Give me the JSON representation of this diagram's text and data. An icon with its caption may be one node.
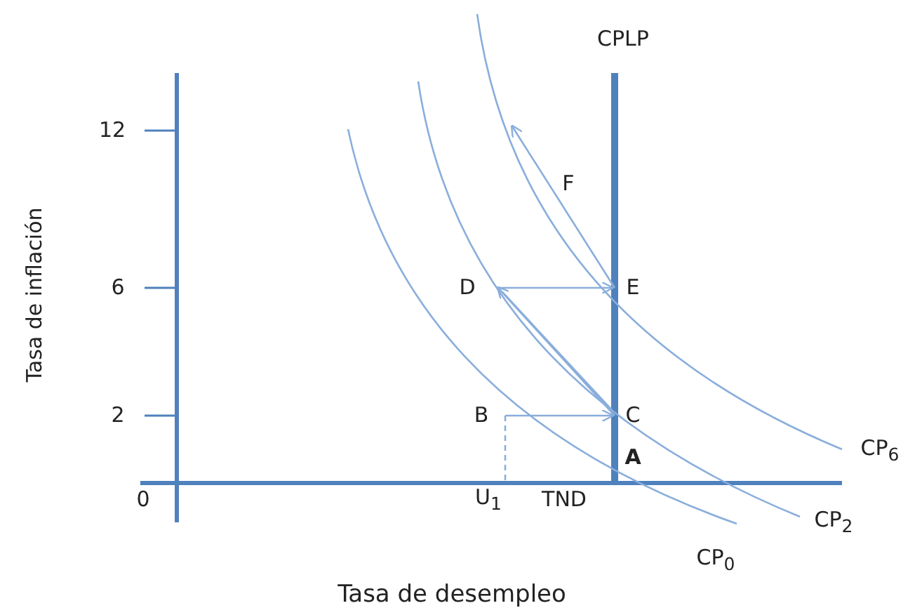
{
  "diagram": {
    "labels": [
      "CPLP",
      "12",
      "F",
      "6",
      "D",
      "E",
      "2",
      "B",
      "C",
      "A",
      "CP$_{6}$",
      "0",
      "U$_{1}$",
      "TND",
      "CP$_{2}$",
      "CP$_{0}$",
      "Tasa de inflación",
      "Tasa de desempleo"
    ]
  }
}
